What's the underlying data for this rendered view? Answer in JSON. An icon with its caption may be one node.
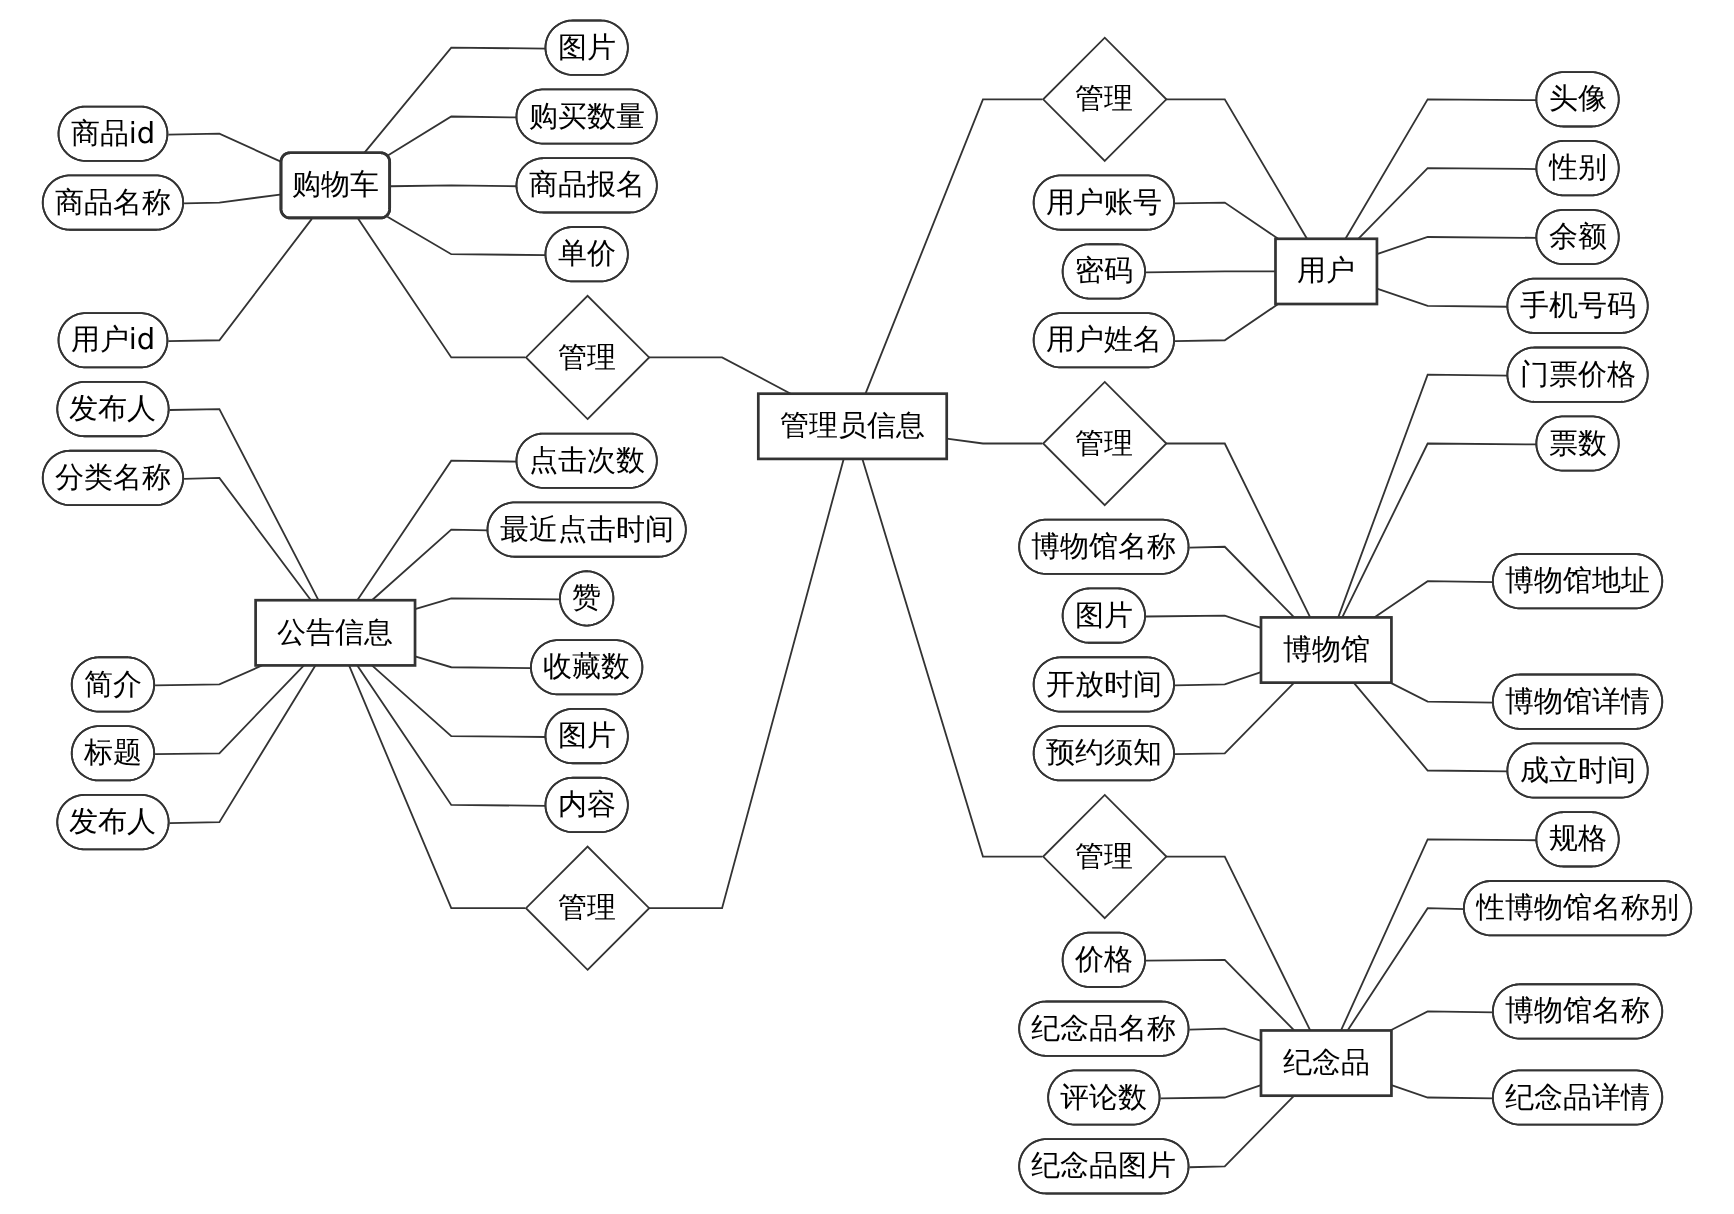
{
  "diagram": {
    "nodes": [
      {
        "text": [
          "购物车"
        ]
      },
      {
        "text": [
          "商品id"
        ]
      },
      {
        "text": [
          "商品名称"
        ]
      },
      {
        "text": [
          "图片"
        ]
      },
      {
        "text": [
          "用户id"
        ]
      },
      {
        "text": [
          "购买数量"
        ]
      },
      {
        "text": [
          "商品报名"
        ]
      },
      {
        "text": [
          "单价"
        ]
      },
      {
        "text": [
          "管理"
        ]
      },
      {
        "text": [
          "用户"
        ]
      },
      {
        "text": [
          "用户账号"
        ]
      },
      {
        "text": [
          "密码"
        ]
      },
      {
        "text": [
          "用户姓名"
        ]
      },
      {
        "text": [
          "头像"
        ]
      },
      {
        "text": [
          "性别"
        ]
      },
      {
        "text": [
          "余额"
        ]
      },
      {
        "text": [
          "手机号码"
        ]
      },
      {
        "text": [
          "管理"
        ]
      },
      {
        "text": [
          "公告信息"
        ]
      },
      {
        "text": [
          "发布人"
        ]
      },
      {
        "text": [
          "分类名称"
        ]
      },
      {
        "text": [
          "简介"
        ]
      },
      {
        "text": [
          "标题"
        ]
      },
      {
        "text": [
          "发布人"
        ]
      },
      {
        "text": [
          "点击次数"
        ]
      },
      {
        "text": [
          "最近点击时间"
        ]
      },
      {
        "text": [
          "赞"
        ]
      },
      {
        "text": [
          "收藏数"
        ]
      },
      {
        "text": [
          "图片"
        ]
      },
      {
        "text": [
          "内容"
        ]
      },
      {
        "text": [
          "管理"
        ]
      },
      {
        "text": [
          "管理员信息"
        ]
      },
      {
        "text": [
          "管理"
        ]
      },
      {
        "text": [
          "博物馆"
        ]
      },
      {
        "text": [
          "博物馆名称"
        ]
      },
      {
        "text": [
          "图片"
        ]
      },
      {
        "text": [
          "开放时间"
        ]
      },
      {
        "text": [
          "预约须知"
        ]
      },
      {
        "text": [
          "门票价格"
        ]
      },
      {
        "text": [
          "票数"
        ]
      },
      {
        "text": [
          "博物馆地址"
        ]
      },
      {
        "text": [
          "博物馆详情"
        ]
      },
      {
        "text": [
          "成立时间"
        ]
      },
      {
        "text": [
          "管理"
        ]
      },
      {
        "text": [
          "纪念品"
        ]
      },
      {
        "text": [
          "价格"
        ]
      },
      {
        "text": [
          "纪念品名称"
        ]
      },
      {
        "text": [
          "评论数"
        ]
      },
      {
        "text": [
          "纪念品图片"
        ]
      },
      {
        "text": [
          "规格"
        ]
      },
      {
        "text": [
          "性博物馆名称别"
        ]
      },
      {
        "text": [
          "博物馆名称"
        ]
      },
      {
        "text": [
          "纪念品详情"
        ]
      }
    ],
    "edges": [
      {
        "from": 1,
        "to": 0,
        "arrow": "none"
      },
      {
        "from": 2,
        "to": 0,
        "arrow": "none"
      },
      {
        "from": 0,
        "to": 3,
        "arrow": "none"
      },
      {
        "from": 4,
        "to": 0,
        "arrow": "none"
      },
      {
        "from": 0,
        "to": 5,
        "arrow": "none"
      },
      {
        "from": 0,
        "to": 6,
        "arrow": "none"
      },
      {
        "from": 0,
        "to": 7,
        "arrow": "none"
      },
      {
        "from": 0,
        "to": 8,
        "arrow": "none"
      },
      {
        "from": 8,
        "to": 31,
        "arrow": "none"
      },
      {
        "from": 31,
        "to": 17,
        "arrow": "none"
      },
      {
        "from": 17,
        "to": 9,
        "arrow": "none"
      },
      {
        "from": 10,
        "to": 9,
        "arrow": "none"
      },
      {
        "from": 11,
        "to": 9,
        "arrow": "none"
      },
      {
        "from": 12,
        "to": 9,
        "arrow": "none"
      },
      {
        "from": 9,
        "to": 13,
        "arrow": "none"
      },
      {
        "from": 9,
        "to": 14,
        "arrow": "none"
      },
      {
        "from": 9,
        "to": 15,
        "arrow": "none"
      },
      {
        "from": 9,
        "to": 16,
        "arrow": "none"
      },
      {
        "from": 19,
        "to": 18,
        "arrow": "none"
      },
      {
        "from": 20,
        "to": 18,
        "arrow": "none"
      },
      {
        "from": 21,
        "to": 18,
        "arrow": "none"
      },
      {
        "from": 22,
        "to": 18,
        "arrow": "none"
      },
      {
        "from": 23,
        "to": 18,
        "arrow": "none"
      },
      {
        "from": 18,
        "to": 24,
        "arrow": "none"
      },
      {
        "from": 18,
        "to": 25,
        "arrow": "none"
      },
      {
        "from": 18,
        "to": 26,
        "arrow": "none"
      },
      {
        "from": 18,
        "to": 27,
        "arrow": "none"
      },
      {
        "from": 18,
        "to": 28,
        "arrow": "none"
      },
      {
        "from": 18,
        "to": 29,
        "arrow": "none"
      },
      {
        "from": 18,
        "to": 30,
        "arrow": "none"
      },
      {
        "from": 30,
        "to": 31,
        "arrow": "none"
      },
      {
        "from": 31,
        "to": 32,
        "arrow": "none"
      },
      {
        "from": 32,
        "to": 33,
        "arrow": "none"
      },
      {
        "from": 34,
        "to": 33,
        "arrow": "none"
      },
      {
        "from": 35,
        "to": 33,
        "arrow": "none"
      },
      {
        "from": 36,
        "to": 33,
        "arrow": "none"
      },
      {
        "from": 37,
        "to": 33,
        "arrow": "none"
      },
      {
        "from": 33,
        "to": 38,
        "arrow": "none"
      },
      {
        "from": 33,
        "to": 39,
        "arrow": "none"
      },
      {
        "from": 33,
        "to": 40,
        "arrow": "none"
      },
      {
        "from": 33,
        "to": 41,
        "arrow": "none"
      },
      {
        "from": 33,
        "to": 42,
        "arrow": "none"
      },
      {
        "from": 31,
        "to": 43,
        "arrow": "none"
      },
      {
        "from": 43,
        "to": 44,
        "arrow": "none"
      },
      {
        "from": 45,
        "to": 44,
        "arrow": "none"
      },
      {
        "from": 46,
        "to": 44,
        "arrow": "none"
      },
      {
        "from": 47,
        "to": 44,
        "arrow": "none"
      },
      {
        "from": 48,
        "to": 44,
        "arrow": "none"
      },
      {
        "from": 44,
        "to": 49,
        "arrow": "none"
      },
      {
        "from": 44,
        "to": 50,
        "arrow": "none"
      },
      {
        "from": 44,
        "to": 51,
        "arrow": "none"
      },
      {
        "from": 44,
        "to": 52,
        "arrow": "none"
      }
    ]
  }
}
